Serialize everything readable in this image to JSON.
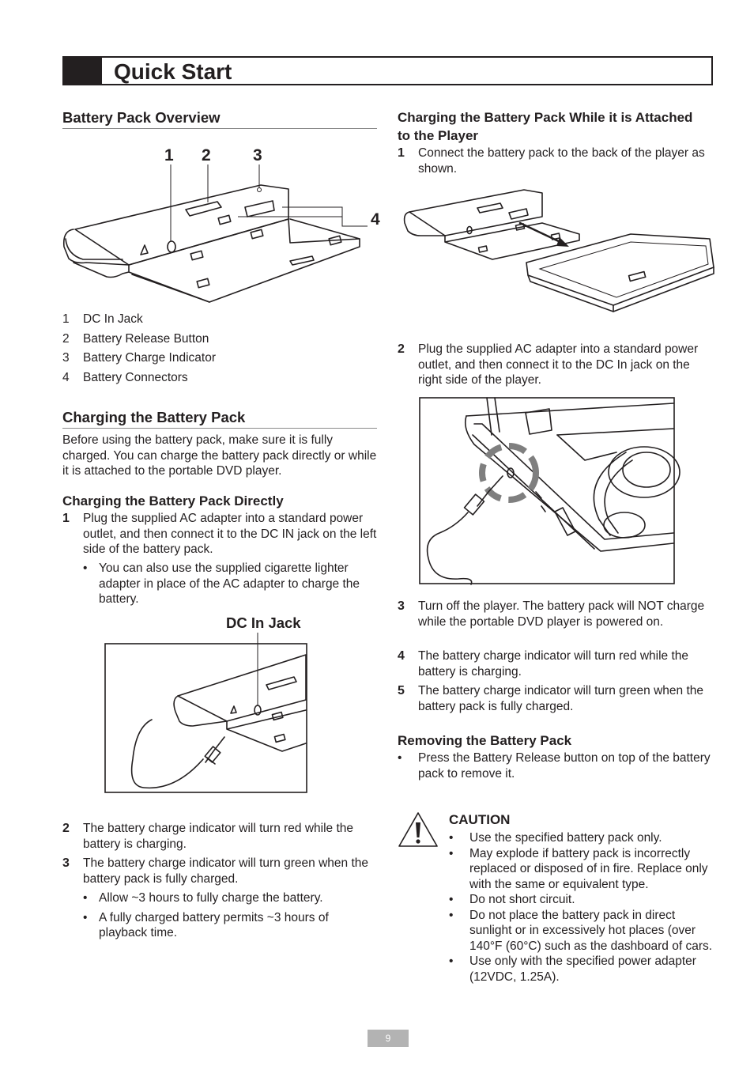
{
  "header": {
    "title": "Quick Start"
  },
  "overview": {
    "heading": "Battery Pack Overview",
    "callouts": [
      "1",
      "2",
      "3",
      "4"
    ],
    "legend": [
      {
        "num": "1",
        "label": "DC In Jack"
      },
      {
        "num": "2",
        "label": "Battery Release Button"
      },
      {
        "num": "3",
        "label": "Battery Charge Indicator"
      },
      {
        "num": "4",
        "label": "Battery Connectors"
      }
    ]
  },
  "charging": {
    "heading": "Charging the Battery Pack",
    "intro": "Before using the battery pack, make sure it is fully charged. You can charge the battery pack directly or while it is attached to the portable DVD player."
  },
  "directly": {
    "heading": "Charging the Battery Pack Directly",
    "step1": {
      "num": "1",
      "text": "Plug the supplied AC adapter into a standard power outlet, and then connect it to the DC IN jack on the left side of the battery pack."
    },
    "step1_bullet": "You can also use the supplied cigarette lighter adapter in place of the AC adapter to charge the battery.",
    "figure_label": "DC In Jack",
    "step2": {
      "num": "2",
      "text": "The battery charge indicator will turn red while the battery is charging."
    },
    "step3": {
      "num": "3",
      "text": "The battery charge indicator will turn green when the battery pack is fully charged."
    },
    "step3_bullets": [
      "Allow ~3 hours to fully charge the battery.",
      "A fully charged battery permits ~3 hours of playback time."
    ]
  },
  "attached": {
    "heading": "Charging the Battery Pack While it is Attached to the Player",
    "step1": {
      "num": "1",
      "text": "Connect the battery pack to the back of the player as shown."
    },
    "step2": {
      "num": "2",
      "text": "Plug the supplied AC adapter into a standard power outlet, and then connect it to the DC In jack on the right side of the player."
    },
    "step3": {
      "num": "3",
      "text": "Turn off the player. The battery pack will NOT charge while the portable DVD player is powered on."
    },
    "step4": {
      "num": "4",
      "text": "The battery charge indicator will turn red while the battery is charging."
    },
    "step5": {
      "num": "5",
      "text": "The battery charge indicator will turn green when the battery pack is fully charged."
    }
  },
  "removing": {
    "heading": "Removing the Battery Pack",
    "bullet": "Press the Battery Release button on top of the battery pack to remove it."
  },
  "caution": {
    "heading": "CAUTION",
    "icon": "warning-triangle-icon",
    "bullets": [
      "Use the specified battery pack only.",
      "May explode if battery pack is incorrectly replaced or disposed of in fire. Replace only with the same or equivalent type.",
      "Do not short circuit.",
      "Do not place the battery pack in direct sunlight or in excessively hot places (over 140°F (60°C) such as the dashboard of cars.",
      "Use only with the specified power adapter (12VDC, 1.25A)."
    ]
  },
  "footer": {
    "page_number": "9"
  }
}
